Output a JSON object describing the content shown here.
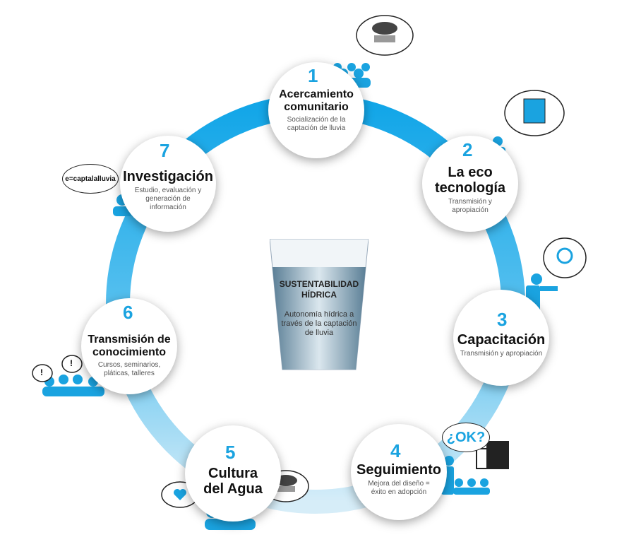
{
  "center": {
    "title": "SUSTENTABILIDAD HÍDRICA",
    "subtitle": "Autonomía hídrica a través de la captación de lluvia"
  },
  "steps": [
    {
      "num": "1",
      "title": "Acercamiento comunitario",
      "subtitle": "Socialización de la captación de lluvia"
    },
    {
      "num": "2",
      "title": "La eco tecnología",
      "subtitle": "Transmisión y apropiación"
    },
    {
      "num": "3",
      "title": "Capacitación",
      "subtitle": "Transmisión y apropiación"
    },
    {
      "num": "4",
      "title": "Seguimiento",
      "subtitle": "Mejora del diseño = éxito en adopción"
    },
    {
      "num": "5",
      "title": "Cultura del Agua",
      "subtitle": ""
    },
    {
      "num": "6",
      "title": "Transmisión de conocimiento",
      "subtitle": "Cursos, seminarios, pláticas, talleres"
    },
    {
      "num": "7",
      "title": "Investigación",
      "subtitle": "Estudio, evaluación y generación de información"
    }
  ],
  "bubbles": {
    "research": "e=captalalluvia",
    "followup": "¿OK?",
    "alert": "!"
  },
  "colors": {
    "accent": "#1aa3e0",
    "ring_light": "#cfe9f7"
  }
}
